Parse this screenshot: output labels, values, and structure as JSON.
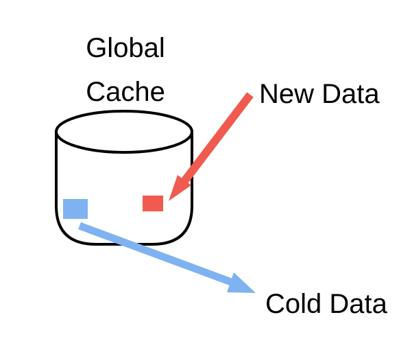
{
  "cache": {
    "title_line1": "Global",
    "title_line2": "Cache"
  },
  "labels": {
    "new_data": "New Data",
    "cold_data": "Cold Data"
  },
  "colors": {
    "new_data": "#f05a4f",
    "cold_data": "#7fb2f0",
    "outline": "#000000"
  }
}
